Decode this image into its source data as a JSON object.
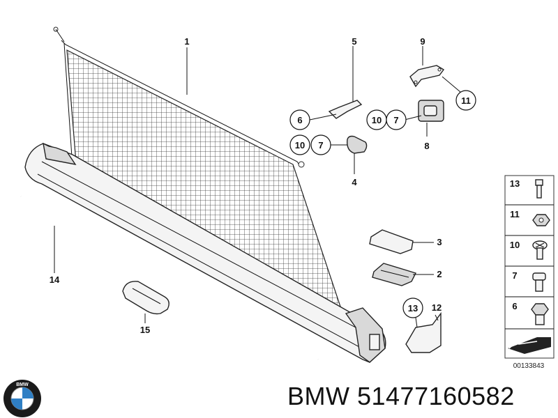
{
  "callouts": {
    "c1": "1",
    "c2": "2",
    "c3": "3",
    "c4": "4",
    "c5": "5",
    "c6": "6",
    "c7a": "7",
    "c7b": "7",
    "c8": "8",
    "c9": "9",
    "c10a": "10",
    "c10b": "10",
    "c11": "11",
    "c12": "12",
    "c13": "13",
    "c14": "14",
    "c15": "15"
  },
  "legend": {
    "items": [
      "13",
      "11",
      "10",
      "7",
      "6"
    ],
    "code": "00133843"
  },
  "footer": {
    "brand": "BMW",
    "part_number": "51477160582",
    "full": "BMW 51477160582",
    "logo_letters": "BMW"
  },
  "colors": {
    "line": "#111111",
    "logo_blue": "#2f7fc4",
    "logo_ring": "#1a1a1a"
  }
}
